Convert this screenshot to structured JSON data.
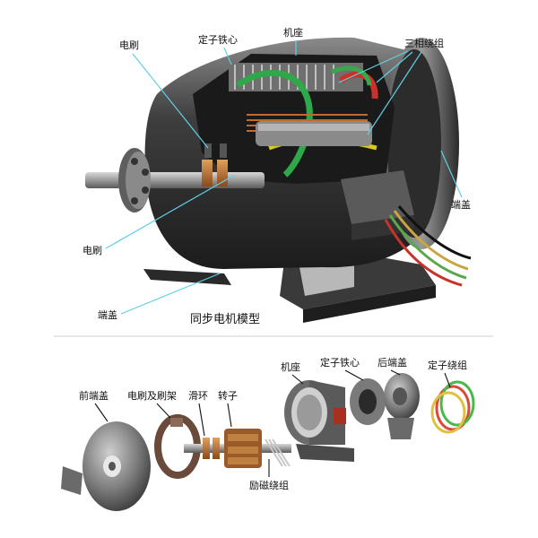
{
  "top_diagram": {
    "caption": "同步电机模型",
    "labels": {
      "brush_top": "电刷",
      "stator_core_top": "定子铁心",
      "frame_top": "机座",
      "three_phase_winding": "三相绕组",
      "end_cover_right": "端盖",
      "brush_left": "电刷",
      "end_cover_bottom": "端盖"
    }
  },
  "bottom_diagram": {
    "labels": {
      "front_end_cover": "前端盖",
      "brush_and_holder": "电刷及刷架",
      "slip_ring": "滑环",
      "rotor": "转子",
      "frame": "机座",
      "stator_core": "定子铁心",
      "rear_end_cover": "后端盖",
      "stator_winding": "定子绕组",
      "field_winding": "励磁绕组"
    }
  }
}
